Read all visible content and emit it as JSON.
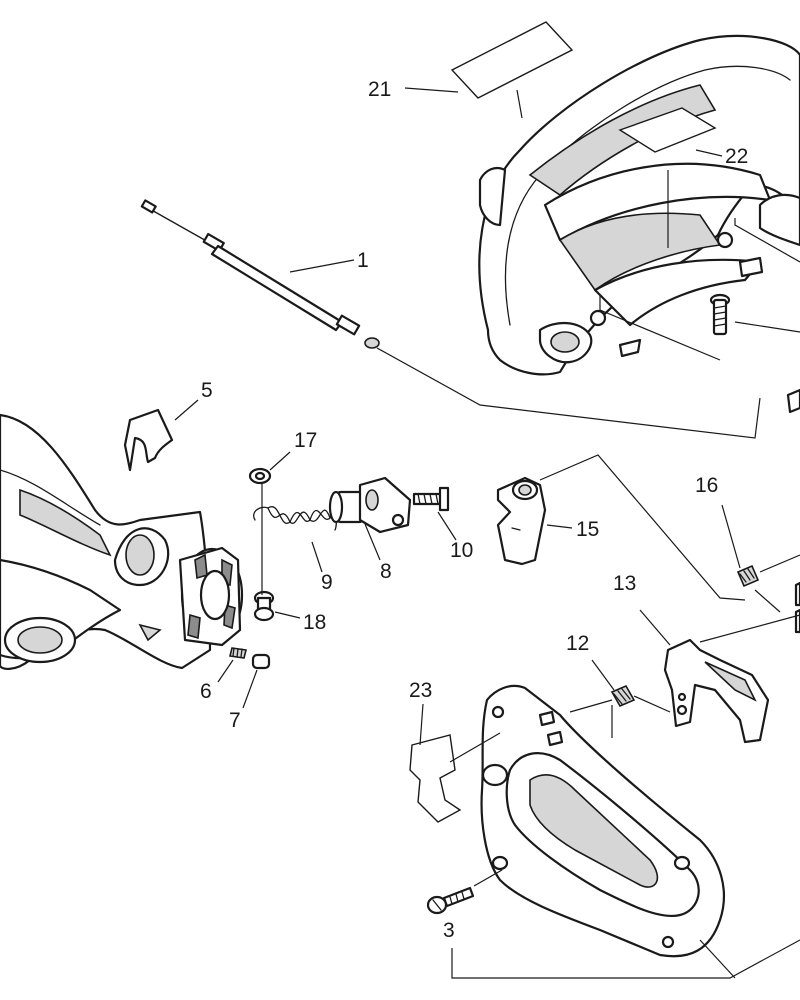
{
  "callouts": {
    "c1": "1",
    "c3": "3",
    "c5": "5",
    "c6": "6",
    "c7": "7",
    "c8": "8",
    "c9": "9",
    "c10": "10",
    "c12": "12",
    "c13": "13",
    "c15": "15",
    "c16": "16",
    "c17": "17",
    "c18": "18",
    "c21": "21",
    "c22": "22",
    "c23": "23"
  },
  "icons": {
    "line_style": "black-line-art-on-white"
  }
}
